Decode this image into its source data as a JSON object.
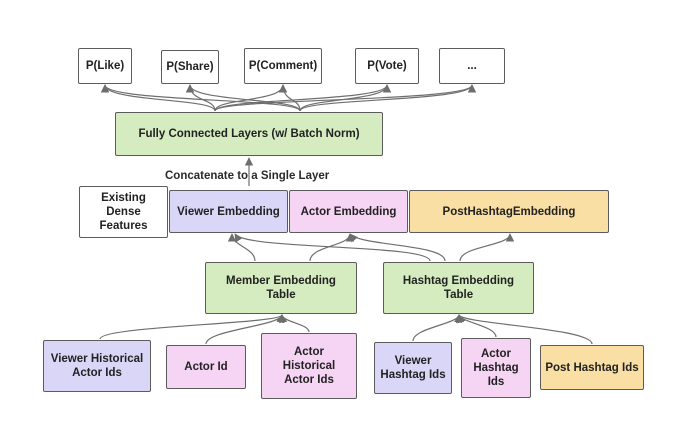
{
  "diagram": {
    "outputs": [
      "P(Like)",
      "P(Share)",
      "P(Comment)",
      "P(Vote)",
      "..."
    ],
    "fully_connected": "Fully Connected Layers (w/ Batch Norm)",
    "concat_label": "Concatenate to a Single Layer",
    "features": {
      "dense": "Existing\nDense\nFeatures",
      "viewer_embedding": "Viewer Embedding",
      "actor_embedding": "Actor Embedding",
      "post_hashtag_embedding": "PostHashtagEmbedding"
    },
    "tables": {
      "member": "Member  Embedding\nTable",
      "hashtag": "Hashtag Embedding\nTable"
    },
    "inputs": {
      "viewer_historical_actor_ids": "Viewer Historical\nActor Ids",
      "actor_id": "Actor Id",
      "actor_historical_actor_ids": "Actor\nHistorical\nActor Ids",
      "viewer_hashtag_ids": "Viewer\nHashtag Ids",
      "actor_hashtag_ids": "Actor\nHashtag\nIds",
      "post_hashtag_ids": "Post Hashtag Ids"
    },
    "colors": {
      "green": "#d5ecc0",
      "violet": "#d9d6f8",
      "pink": "#f6d4f4",
      "amber": "#f9dfa4",
      "edge": "#6e6e6e"
    }
  }
}
